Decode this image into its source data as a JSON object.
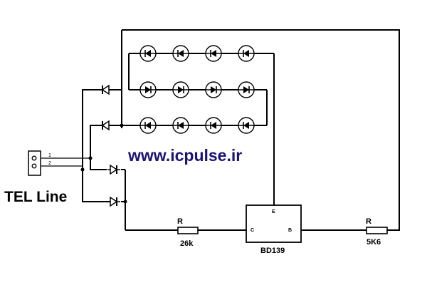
{
  "title": "TEL Line",
  "watermark": "www.icpulse.ir",
  "connector": {
    "pins": [
      "1",
      "2"
    ]
  },
  "transistor": {
    "name": "BD139",
    "pins": {
      "e": "E",
      "c": "C",
      "b": "B"
    }
  },
  "resistors": [
    {
      "symbol": "R",
      "value": "26k"
    },
    {
      "symbol": "R",
      "value": "5K6"
    }
  ],
  "led_array": {
    "rows": 3,
    "columns": 4,
    "row_directions": [
      "left",
      "right",
      "left"
    ]
  },
  "rectifier_diodes": 4,
  "colors": {
    "ink": "#000000",
    "watermark": "#1b1474",
    "background": "#ffffff"
  }
}
